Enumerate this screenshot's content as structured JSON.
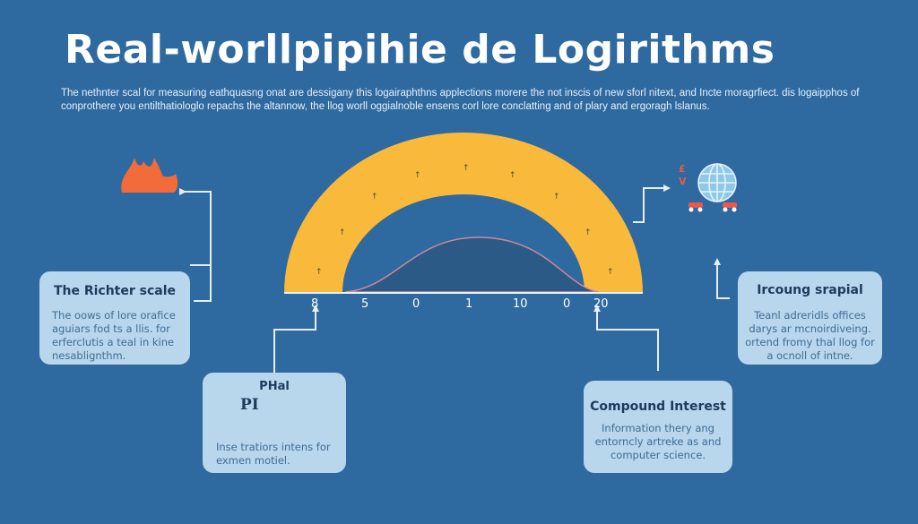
{
  "title": "Real-worllpipihie de Logirithms",
  "intro": "The nethnter scal for measuring eathquasng onat are dessigany this logairaphthns applections morere the not inscis of new sforl nitext, and Incte moragrfiect. dis logaipphos of conprothere you entilthatiologlo repachs the altannow, the llog worll oggialnoble ensens corl lore conclatting and of plary and ergoragh lslanus.",
  "scale_labels": [
    "8",
    "5",
    "0",
    "1",
    "10",
    "0",
    "20"
  ],
  "colors": {
    "background": "#2e69a0",
    "arc": "#f9b93a",
    "card": "#b8d6ec",
    "hill": "#2b5a86",
    "flame": "#f26b3a"
  },
  "cards": {
    "richter": {
      "title": "The Richter scale",
      "text": "The oows of lore orafice aguiars fod ts a llis. for erferclutis a teal in kine nesablignthm."
    },
    "phal": {
      "title": "PHal",
      "chart_label": "PI",
      "text": "Inse tratiors intens for exmen motiel."
    },
    "compound": {
      "title": "Compound Interest",
      "text": "Information thery ang entorncly artreke as and computer science."
    },
    "ircoung": {
      "title": "Ircoung srapial",
      "text": "Teanl adreridls offices darys ar mcnoirdiveing. ortend fromy thal llog for a ocnoll of intne."
    }
  },
  "icons": {
    "left": "flame-icon",
    "right": "globe-icon"
  }
}
